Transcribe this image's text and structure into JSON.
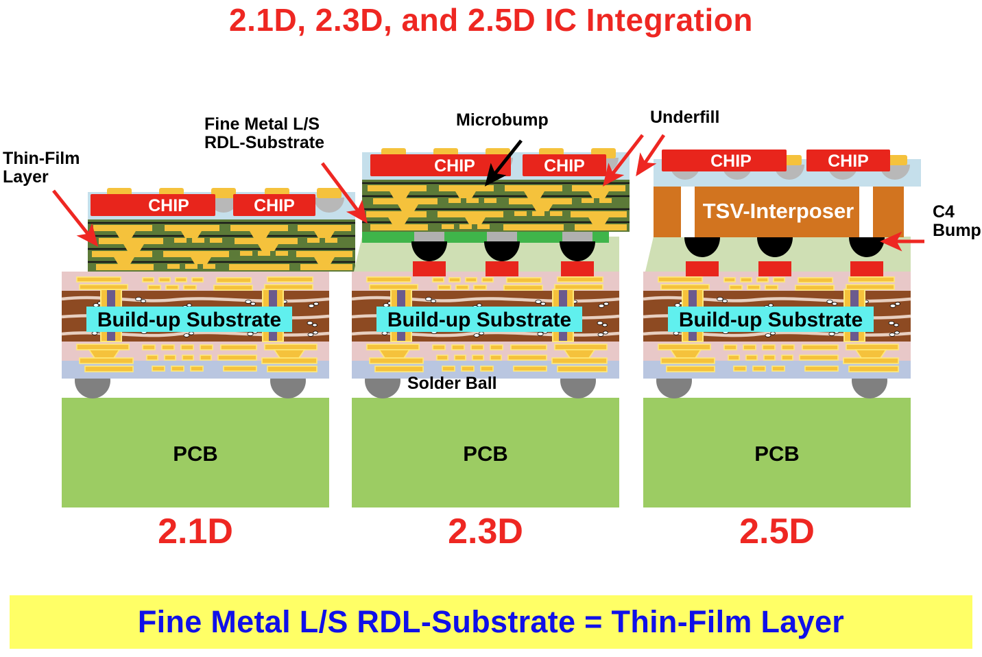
{
  "title": "2.1D, 2.3D, and 2.5D IC Integration",
  "banner": {
    "text": "Fine Metal L/S RDL-Substrate = Thin-Film Layer",
    "bg_color": "#ffff66",
    "text_color": "#1010e8"
  },
  "colors": {
    "title_red": "#ee2722",
    "chip_red": "#e8251c",
    "pcb_green": "#9ccc63",
    "buildup_cyan": "#60f0ee",
    "core_brown": "#8d4a22",
    "solder_mask_pink": "#e8c8c8",
    "substrate_blue": "#b9c6e0",
    "underfill_lightblue": "#c5dfeb",
    "underfill_palegreen": "#cfdfb4",
    "rdl_green": "#5c7a38",
    "rdl_bright_green": "#3fb54a",
    "interposer_orange": "#d2741f",
    "copper_gold": "#f5c23c",
    "solder_gray": "#808080",
    "c4_black": "#000000",
    "c4_gray": "#b0b0b0",
    "arrow_red": "#ee2722",
    "arrow_black": "#000000"
  },
  "annotations": [
    {
      "id": "thin-film-layer",
      "text": "Thin-Film\nLayer",
      "color": "#000000",
      "align": "left"
    },
    {
      "id": "fine-metal-rdl",
      "text": "Fine Metal L/S\nRDL-Substrate",
      "color": "#000000",
      "align": "left"
    },
    {
      "id": "microbump",
      "text": "Microbump",
      "color": "#000000",
      "align": "left"
    },
    {
      "id": "underfill",
      "text": "Underfill",
      "color": "#000000",
      "align": "left"
    },
    {
      "id": "c4-bump",
      "text": "C4\nBump",
      "color": "#000000",
      "align": "left"
    },
    {
      "id": "solder-ball",
      "text": "Solder Ball",
      "color": "#000000",
      "align": "left"
    }
  ],
  "stacks": [
    {
      "id": "stack-21d",
      "caption": "2.1D",
      "chips": [
        "CHIP",
        "CHIP"
      ],
      "pcb_label": "PCB",
      "buildup_label": "Build-up Substrate",
      "interposer_label": null,
      "has_tsv_interposer": false,
      "has_c4_bumps": false,
      "rdl_on_substrate": true
    },
    {
      "id": "stack-23d",
      "caption": "2.3D",
      "chips": [
        "CHIP",
        "CHIP"
      ],
      "pcb_label": "PCB",
      "buildup_label": "Build-up Substrate",
      "interposer_label": null,
      "has_tsv_interposer": false,
      "has_c4_bumps": true,
      "rdl_on_substrate": false
    },
    {
      "id": "stack-25d",
      "caption": "2.5D",
      "chips": [
        "CHIP",
        "CHIP"
      ],
      "pcb_label": "PCB",
      "buildup_label": "Build-up Substrate",
      "interposer_label": "TSV-Interposer",
      "has_tsv_interposer": true,
      "has_c4_bumps": true,
      "rdl_on_substrate": false
    }
  ]
}
